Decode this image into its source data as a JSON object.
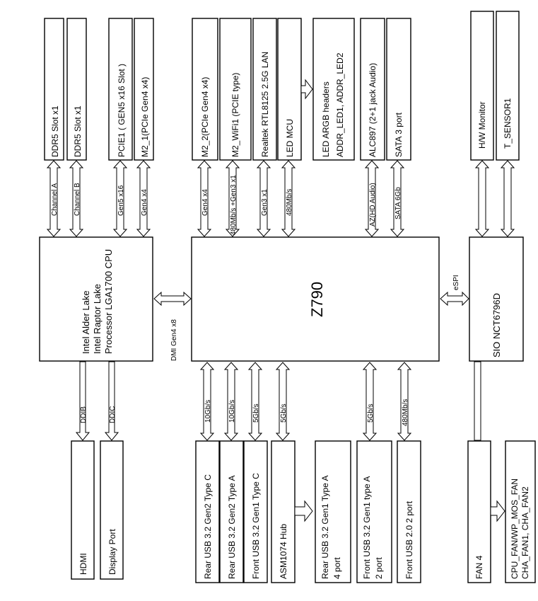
{
  "chip": {
    "label": "Z790"
  },
  "cpu": {
    "line1": "Intel Alder Lake",
    "line2": "Intel Raptor Lake",
    "line3": "Processor LGA1700 CPU"
  },
  "sio": {
    "label": "SIO NCT6796D"
  },
  "dmi": {
    "label": "DMI Gen4 x8"
  },
  "espi": {
    "label": "eSPI"
  },
  "top_boxes": {
    "ddr5_a": "DDR5 Slot x1",
    "ddr5_b": "DDR5 Slot x1",
    "pcie1": "PCIE1 ( GEN5 x16 Slot )",
    "m2_1": "M2_1(PCIe Gen4 x4)",
    "m2_2": "M2_2(PCIe Gen4 x4)",
    "m2_wifi": "M2_WiFi1 (PCIE type)",
    "lan": "Realtek RTL8125 2.5G LAN",
    "led_mcu": "LED MCU",
    "argb_line1": "LED ARGB headers",
    "argb_line2": "ADDR_LED1, ADDR_LED2",
    "audio": "ALC897 (2+1 jack Audio)",
    "sata": "SATA 3 port",
    "hw_monitor": "H/W Monitor",
    "t_sensor": "T_SENSOR1"
  },
  "top_links": {
    "channel_a": "Channel A",
    "channel_b": "Channel B",
    "gen5x16": "Gen5 x16",
    "gen4x4_cpu": "Gen4 x4",
    "gen4x4_pch": "Gen4 x4",
    "wifi_link": "480Mb/s +Gen3 x1",
    "gen3x1": "Gen3 x1",
    "led_link": "480Mb/s",
    "az_audio": "AZ(HD Audio)",
    "sata_6gb": "SATA 6Gb"
  },
  "bottom_boxes": {
    "hdmi": "HDMI",
    "displayport": "Display Port",
    "rear_typec": "Rear USB 3.2 Gen2 Type C",
    "rear_typea": "Rear USB 3.2 Gen2 Type A",
    "front_typec": "Front USB 3.2 Gen1 Type C",
    "asm_hub": "ASM1074 Hub",
    "rear_gen1_line1": "Rear USB 3.2 Gen1 Type A",
    "rear_gen1_line2": "4 port",
    "front_gen1_line1": "Front USB 3.2 Gen1 type A",
    "front_gen1_line2": "2 port",
    "front_usb2": "Front USB 2.0 2 port",
    "fan4": "FAN 4",
    "fans_line1": "CPU_FAN/WP_MOS_FAN",
    "fans_line2": "CHA_FAN1, CHA_FAN2"
  },
  "bottom_links": {
    "ddib": "DDIB",
    "ddic": "DDIC",
    "rear_typec_speed": "10Gb/s",
    "rear_typea_speed": "10Gb/s",
    "front_typec_speed": "5Gb/s",
    "hub_speed": "5Gb/s",
    "front_gen1_speed": "5Gb/s",
    "usb2_speed": "480Mb/s"
  }
}
